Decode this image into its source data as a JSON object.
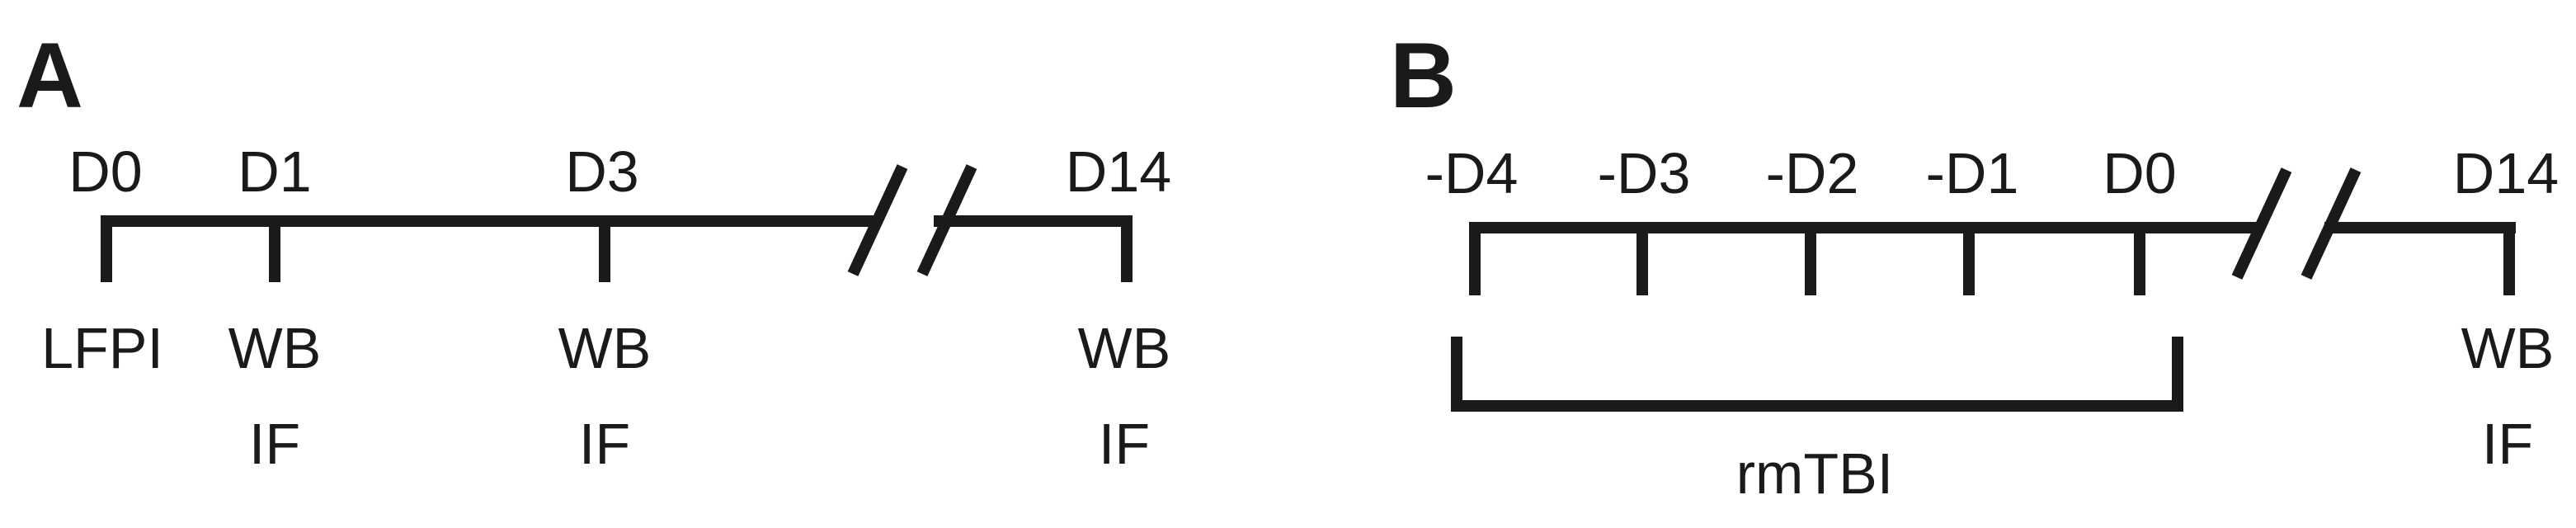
{
  "panel_a": {
    "letter": "A",
    "days": {
      "d0": "D0",
      "d1": "D1",
      "d3": "D3",
      "d14": "D14"
    },
    "events": {
      "d0_line1": "LFPI",
      "d1_line1": "WB",
      "d1_line2": "IF",
      "d3_line1": "WB",
      "d3_line2": "IF",
      "d14_line1": "WB",
      "d14_line2": "IF"
    }
  },
  "panel_b": {
    "letter": "B",
    "days": {
      "m4": "-D4",
      "m3": "-D3",
      "m2": "-D2",
      "m1": "-D1",
      "d0": "D0",
      "d14": "D14"
    },
    "bracket_label": "rmTBI",
    "events": {
      "d14_line1": "WB",
      "d14_line2": "IF"
    }
  }
}
